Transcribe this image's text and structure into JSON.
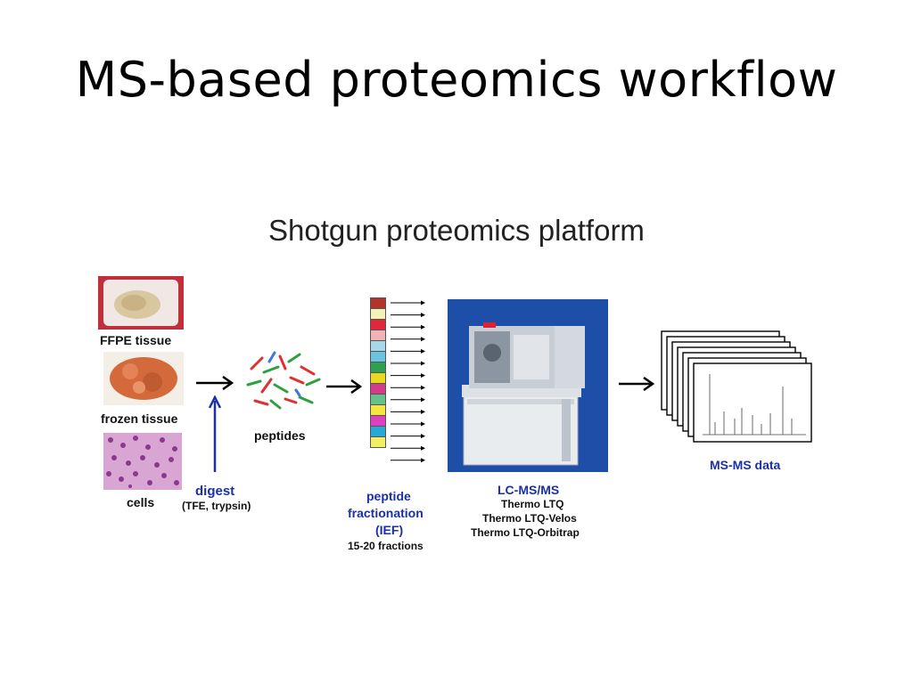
{
  "slide": {
    "title": "MS-based proteomics workflow"
  },
  "platform": {
    "title": "Shotgun proteomics platform"
  },
  "samples": [
    {
      "label": "FFPE tissue"
    },
    {
      "label": "frozen tissue"
    },
    {
      "label": "cells"
    }
  ],
  "digest": {
    "label": "digest",
    "detail": "(TFE, trypsin)"
  },
  "peptides": {
    "label": "peptides"
  },
  "fractionation": {
    "line1": "peptide",
    "line2": "fractionation",
    "line3": "(IEF)",
    "count": "15-20 fractions",
    "colors": [
      "#b3342d",
      "#f3f0b8",
      "#e0283c",
      "#f2b3b8",
      "#a8d8e8",
      "#6fc2e0",
      "#2ea052",
      "#e8d820",
      "#d63a8a",
      "#66c08a",
      "#f2e640",
      "#e040c0",
      "#28a8d8",
      "#f0f060"
    ]
  },
  "lcms": {
    "title": "LC-MS/MS",
    "instruments": [
      "Thermo LTQ",
      "Thermo LTQ-Velos",
      "Thermo LTQ-Orbitrap"
    ]
  },
  "msms": {
    "label": "MS-MS data"
  },
  "colors": {
    "blue_label": "#1a2fa8",
    "instrument_bg": "#1d4fa8"
  }
}
